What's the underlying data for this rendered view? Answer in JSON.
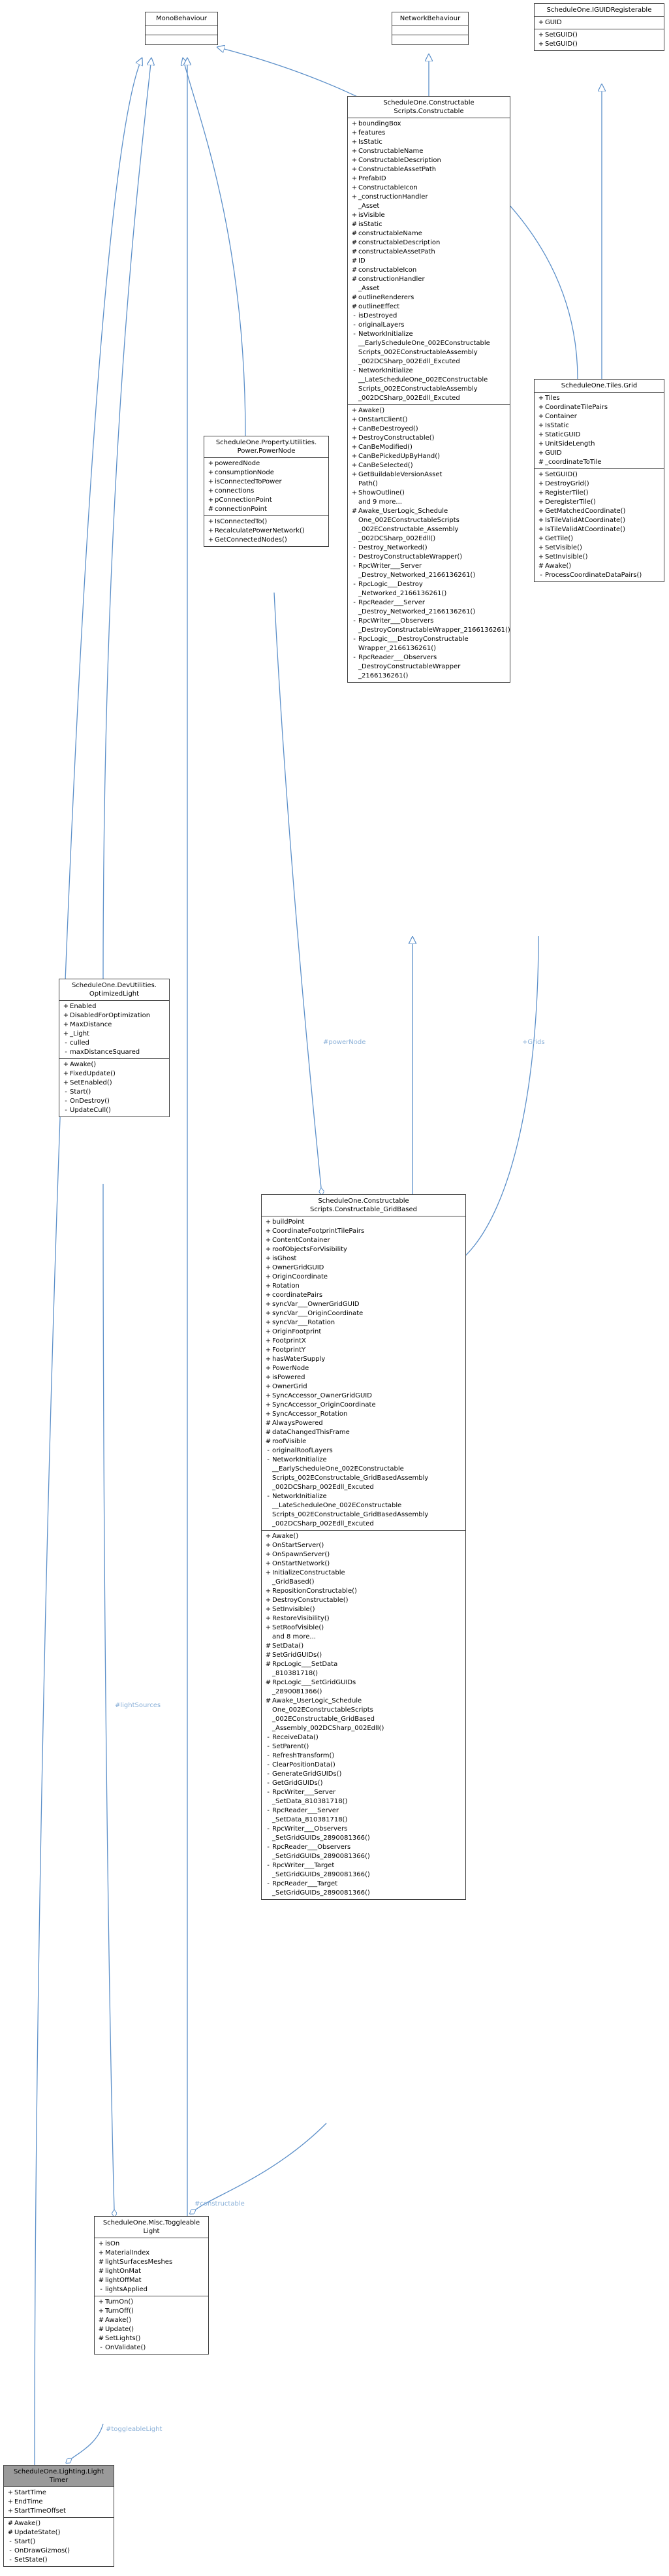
{
  "colors": {
    "edge": "#5b8fc9",
    "edge_label": "#8ab0d8",
    "box_border": "#404040",
    "highlight": "#9a9a9a"
  },
  "classes": {
    "monobehaviour": {
      "title": "MonoBehaviour",
      "attributes": [],
      "operations": []
    },
    "networkbehaviour": {
      "title": "NetworkBehaviour",
      "attributes": [],
      "operations": []
    },
    "iguidregisterable": {
      "title": "ScheduleOne.IGUIDRegisterable",
      "attributes": [
        {
          "v": "+",
          "n": "GUID"
        }
      ],
      "operations": [
        {
          "v": "+",
          "n": "SetGUID()"
        },
        {
          "v": "+",
          "n": "SetGUID()"
        }
      ]
    },
    "constructable": {
      "title": "ScheduleOne.Constructable\nScripts.Constructable",
      "attributes": [
        {
          "v": "+",
          "n": "boundingBox"
        },
        {
          "v": "+",
          "n": "features"
        },
        {
          "v": "+",
          "n": "IsStatic"
        },
        {
          "v": "+",
          "n": "ConstructableName"
        },
        {
          "v": "+",
          "n": "ConstructableDescription"
        },
        {
          "v": "+",
          "n": "ConstructableAssetPath"
        },
        {
          "v": "+",
          "n": "PrefabID"
        },
        {
          "v": "+",
          "n": "ConstructableIcon"
        },
        {
          "v": "+",
          "n": "_constructionHandler\n_Asset"
        },
        {
          "v": "+",
          "n": "isVisible"
        },
        {
          "v": "#",
          "n": "isStatic"
        },
        {
          "v": "#",
          "n": "constructableName"
        },
        {
          "v": "#",
          "n": "constructableDescription"
        },
        {
          "v": "#",
          "n": "constructableAssetPath"
        },
        {
          "v": "#",
          "n": "ID"
        },
        {
          "v": "#",
          "n": "constructableIcon"
        },
        {
          "v": "#",
          "n": "constructionHandler\n_Asset"
        },
        {
          "v": "#",
          "n": "outlineRenderers"
        },
        {
          "v": "#",
          "n": "outlineEffect"
        },
        {
          "v": "-",
          "n": "isDestroyed"
        },
        {
          "v": "-",
          "n": "originalLayers"
        },
        {
          "v": "-",
          "n": "NetworkInitialize\n__EarlyScheduleOne_002EConstructable\nScripts_002EConstructableAssembly\n_002DCSharp_002Edll_Excuted"
        },
        {
          "v": "-",
          "n": "NetworkInitialize\n__LateScheduleOne_002EConstructable\nScripts_002EConstructableAssembly\n_002DCSharp_002Edll_Excuted"
        }
      ],
      "operations": [
        {
          "v": "+",
          "n": "Awake()"
        },
        {
          "v": "+",
          "n": "OnStartClient()"
        },
        {
          "v": "+",
          "n": "CanBeDestroyed()"
        },
        {
          "v": "+",
          "n": "DestroyConstructable()"
        },
        {
          "v": "+",
          "n": "CanBeModified()"
        },
        {
          "v": "+",
          "n": "CanBePickedUpByHand()"
        },
        {
          "v": "+",
          "n": "CanBeSelected()"
        },
        {
          "v": "+",
          "n": "GetBuildableVersionAsset\nPath()"
        },
        {
          "v": "+",
          "n": "ShowOutline()"
        },
        {
          "v": "",
          "n": "and 9 more..."
        },
        {
          "v": "#",
          "n": "Awake_UserLogic_Schedule\nOne_002EConstructableScripts\n_002EConstructable_Assembly\n_002DCSharp_002Edll()"
        },
        {
          "v": "-",
          "n": "Destroy_Networked()"
        },
        {
          "v": "-",
          "n": "DestroyConstructableWrapper()"
        },
        {
          "v": "-",
          "n": "RpcWriter___Server\n_Destroy_Networked_2166136261()"
        },
        {
          "v": "-",
          "n": "RpcLogic___Destroy\n_Networked_2166136261()"
        },
        {
          "v": "-",
          "n": "RpcReader___Server\n_Destroy_Networked_2166136261()"
        },
        {
          "v": "-",
          "n": "RpcWriter___Observers\n_DestroyConstructableWrapper_2166136261()"
        },
        {
          "v": "-",
          "n": "RpcLogic___DestroyConstructable\nWrapper_2166136261()"
        },
        {
          "v": "-",
          "n": "RpcReader___Observers\n_DestroyConstructableWrapper\n_2166136261()"
        }
      ]
    },
    "tilesgrid": {
      "title": "ScheduleOne.Tiles.Grid",
      "attributes": [
        {
          "v": "+",
          "n": "Tiles"
        },
        {
          "v": "+",
          "n": "CoordinateTilePairs"
        },
        {
          "v": "+",
          "n": "Container"
        },
        {
          "v": "+",
          "n": "IsStatic"
        },
        {
          "v": "+",
          "n": "StaticGUID"
        },
        {
          "v": "+",
          "n": "UnitSideLength"
        },
        {
          "v": "+",
          "n": "GUID"
        },
        {
          "v": "#",
          "n": "_coordinateToTile"
        }
      ],
      "operations": [
        {
          "v": "+",
          "n": "SetGUID()"
        },
        {
          "v": "+",
          "n": "DestroyGrid()"
        },
        {
          "v": "+",
          "n": "RegisterTile()"
        },
        {
          "v": "+",
          "n": "DeregisterTile()"
        },
        {
          "v": "+",
          "n": "GetMatchedCoordinate()"
        },
        {
          "v": "+",
          "n": "IsTileValidAtCoordinate()"
        },
        {
          "v": "+",
          "n": "IsTileValidAtCoordinate()"
        },
        {
          "v": "+",
          "n": "GetTile()"
        },
        {
          "v": "+",
          "n": "SetVisible()"
        },
        {
          "v": "+",
          "n": "SetInvisible()"
        },
        {
          "v": "#",
          "n": "Awake()"
        },
        {
          "v": "-",
          "n": "ProcessCoordinateDataPairs()"
        }
      ]
    },
    "powernode": {
      "title": "ScheduleOne.Property.Utilities.\nPower.PowerNode",
      "attributes": [
        {
          "v": "+",
          "n": "poweredNode"
        },
        {
          "v": "+",
          "n": "consumptionNode"
        },
        {
          "v": "+",
          "n": "isConnectedToPower"
        },
        {
          "v": "+",
          "n": "connections"
        },
        {
          "v": "+",
          "n": "pConnectionPoint"
        },
        {
          "v": "#",
          "n": "connectionPoint"
        }
      ],
      "operations": [
        {
          "v": "+",
          "n": "IsConnectedTo()"
        },
        {
          "v": "+",
          "n": "RecalculatePowerNetwork()"
        },
        {
          "v": "+",
          "n": "GetConnectedNodes()"
        }
      ]
    },
    "optimizedlight": {
      "title": "ScheduleOne.DevUtilities.\nOptimizedLight",
      "attributes": [
        {
          "v": "+",
          "n": "Enabled"
        },
        {
          "v": "+",
          "n": "DisabledForOptimization"
        },
        {
          "v": "+",
          "n": "MaxDistance"
        },
        {
          "v": "+",
          "n": "_Light"
        },
        {
          "v": "-",
          "n": "culled"
        },
        {
          "v": "-",
          "n": "maxDistanceSquared"
        }
      ],
      "operations": [
        {
          "v": "+",
          "n": "Awake()"
        },
        {
          "v": "+",
          "n": "FixedUpdate()"
        },
        {
          "v": "+",
          "n": "SetEnabled()"
        },
        {
          "v": "-",
          "n": "Start()"
        },
        {
          "v": "-",
          "n": "OnDestroy()"
        },
        {
          "v": "-",
          "n": "UpdateCull()"
        }
      ]
    },
    "gridbased": {
      "title": "ScheduleOne.Constructable\nScripts.Constructable_GridBased",
      "attributes": [
        {
          "v": "+",
          "n": "buildPoint"
        },
        {
          "v": "+",
          "n": "CoordinateFootprintTilePairs"
        },
        {
          "v": "+",
          "n": "ContentContainer"
        },
        {
          "v": "+",
          "n": "roofObjectsForVisibility"
        },
        {
          "v": "+",
          "n": "isGhost"
        },
        {
          "v": "+",
          "n": "OwnerGridGUID"
        },
        {
          "v": "+",
          "n": "OriginCoordinate"
        },
        {
          "v": "+",
          "n": "Rotation"
        },
        {
          "v": "+",
          "n": "coordinatePairs"
        },
        {
          "v": "+",
          "n": "syncVar___OwnerGridGUID"
        },
        {
          "v": "+",
          "n": "syncVar___OriginCoordinate"
        },
        {
          "v": "+",
          "n": "syncVar___Rotation"
        },
        {
          "v": "+",
          "n": "OriginFootprint"
        },
        {
          "v": "+",
          "n": "FootprintX"
        },
        {
          "v": "+",
          "n": "FootprintY"
        },
        {
          "v": "+",
          "n": "hasWaterSupply"
        },
        {
          "v": "+",
          "n": "PowerNode"
        },
        {
          "v": "+",
          "n": "isPowered"
        },
        {
          "v": "+",
          "n": "OwnerGrid"
        },
        {
          "v": "+",
          "n": "SyncAccessor_OwnerGridGUID"
        },
        {
          "v": "+",
          "n": "SyncAccessor_OriginCoordinate"
        },
        {
          "v": "+",
          "n": "SyncAccessor_Rotation"
        },
        {
          "v": "#",
          "n": "AlwaysPowered"
        },
        {
          "v": "#",
          "n": "dataChangedThisFrame"
        },
        {
          "v": "#",
          "n": "roofVisible"
        },
        {
          "v": "-",
          "n": "originalRoofLayers"
        },
        {
          "v": "-",
          "n": "NetworkInitialize\n__EarlyScheduleOne_002EConstructable\nScripts_002EConstructable_GridBasedAssembly\n_002DCSharp_002Edll_Excuted"
        },
        {
          "v": "-",
          "n": "NetworkInitialize\n__LateScheduleOne_002EConstructable\nScripts_002EConstructable_GridBasedAssembly\n_002DCSharp_002Edll_Excuted"
        }
      ],
      "operations": [
        {
          "v": "+",
          "n": "Awake()"
        },
        {
          "v": "+",
          "n": "OnStartServer()"
        },
        {
          "v": "+",
          "n": "OnSpawnServer()"
        },
        {
          "v": "+",
          "n": "OnStartNetwork()"
        },
        {
          "v": "+",
          "n": "InitializeConstructable\n_GridBased()"
        },
        {
          "v": "+",
          "n": "RepositionConstructable()"
        },
        {
          "v": "+",
          "n": "DestroyConstructable()"
        },
        {
          "v": "+",
          "n": "SetInvisible()"
        },
        {
          "v": "+",
          "n": "RestoreVisibility()"
        },
        {
          "v": "+",
          "n": "SetRoofVisible()"
        },
        {
          "v": "",
          "n": "and 8 more..."
        },
        {
          "v": "#",
          "n": "SetData()"
        },
        {
          "v": "#",
          "n": "SetGridGUIDs()"
        },
        {
          "v": "#",
          "n": "RpcLogic___SetData\n_810381718()"
        },
        {
          "v": "#",
          "n": "RpcLogic___SetGridGUIDs\n_2890081366()"
        },
        {
          "v": "#",
          "n": "Awake_UserLogic_Schedule\nOne_002EConstructableScripts\n_002EConstructable_GridBased\n_Assembly_002DCSharp_002Edll()"
        },
        {
          "v": "-",
          "n": "ReceiveData()"
        },
        {
          "v": "-",
          "n": "SetParent()"
        },
        {
          "v": "-",
          "n": "RefreshTransform()"
        },
        {
          "v": "-",
          "n": "ClearPositionData()"
        },
        {
          "v": "-",
          "n": "GenerateGridGUIDs()"
        },
        {
          "v": "-",
          "n": "GetGridGUIDs()"
        },
        {
          "v": "-",
          "n": "RpcWriter___Server\n_SetData_810381718()"
        },
        {
          "v": "-",
          "n": "RpcReader___Server\n_SetData_810381718()"
        },
        {
          "v": "-",
          "n": "RpcWriter___Observers\n_SetGridGUIDs_2890081366()"
        },
        {
          "v": "-",
          "n": "RpcReader___Observers\n_SetGridGUIDs_2890081366()"
        },
        {
          "v": "-",
          "n": "RpcWriter___Target\n_SetGridGUIDs_2890081366()"
        },
        {
          "v": "-",
          "n": "RpcReader___Target\n_SetGridGUIDs_2890081366()"
        }
      ]
    },
    "toggleablelight": {
      "title": "ScheduleOne.Misc.Toggleable\nLight",
      "attributes": [
        {
          "v": "+",
          "n": "isOn"
        },
        {
          "v": "+",
          "n": "MaterialIndex"
        },
        {
          "v": "#",
          "n": "lightSurfacesMeshes"
        },
        {
          "v": "#",
          "n": "lightOnMat"
        },
        {
          "v": "#",
          "n": "lightOffMat"
        },
        {
          "v": "-",
          "n": "lightsApplied"
        }
      ],
      "operations": [
        {
          "v": "+",
          "n": "TurnOn()"
        },
        {
          "v": "+",
          "n": "TurnOff()"
        },
        {
          "v": "#",
          "n": "Awake()"
        },
        {
          "v": "#",
          "n": "Update()"
        },
        {
          "v": "#",
          "n": "SetLights()"
        },
        {
          "v": "-",
          "n": "OnValidate()"
        }
      ]
    },
    "lighttimer": {
      "title": "ScheduleOne.Lighting.Light\nTimer",
      "attributes": [
        {
          "v": "+",
          "n": "StartTime"
        },
        {
          "v": "+",
          "n": "EndTime"
        },
        {
          "v": "+",
          "n": "StartTimeOffset"
        }
      ],
      "operations": [
        {
          "v": "#",
          "n": "Awake()"
        },
        {
          "v": "#",
          "n": "UpdateState()"
        },
        {
          "v": "-",
          "n": "Start()"
        },
        {
          "v": "-",
          "n": "OnDrawGizmos()"
        },
        {
          "v": "-",
          "n": "SetState()"
        }
      ]
    }
  },
  "edge_labels": {
    "power_node": "#powerNode",
    "grids": "+Grids",
    "light_sources": "#lightSources",
    "constructable": "#constructable",
    "toggleable_light": "#toggleableLight"
  }
}
